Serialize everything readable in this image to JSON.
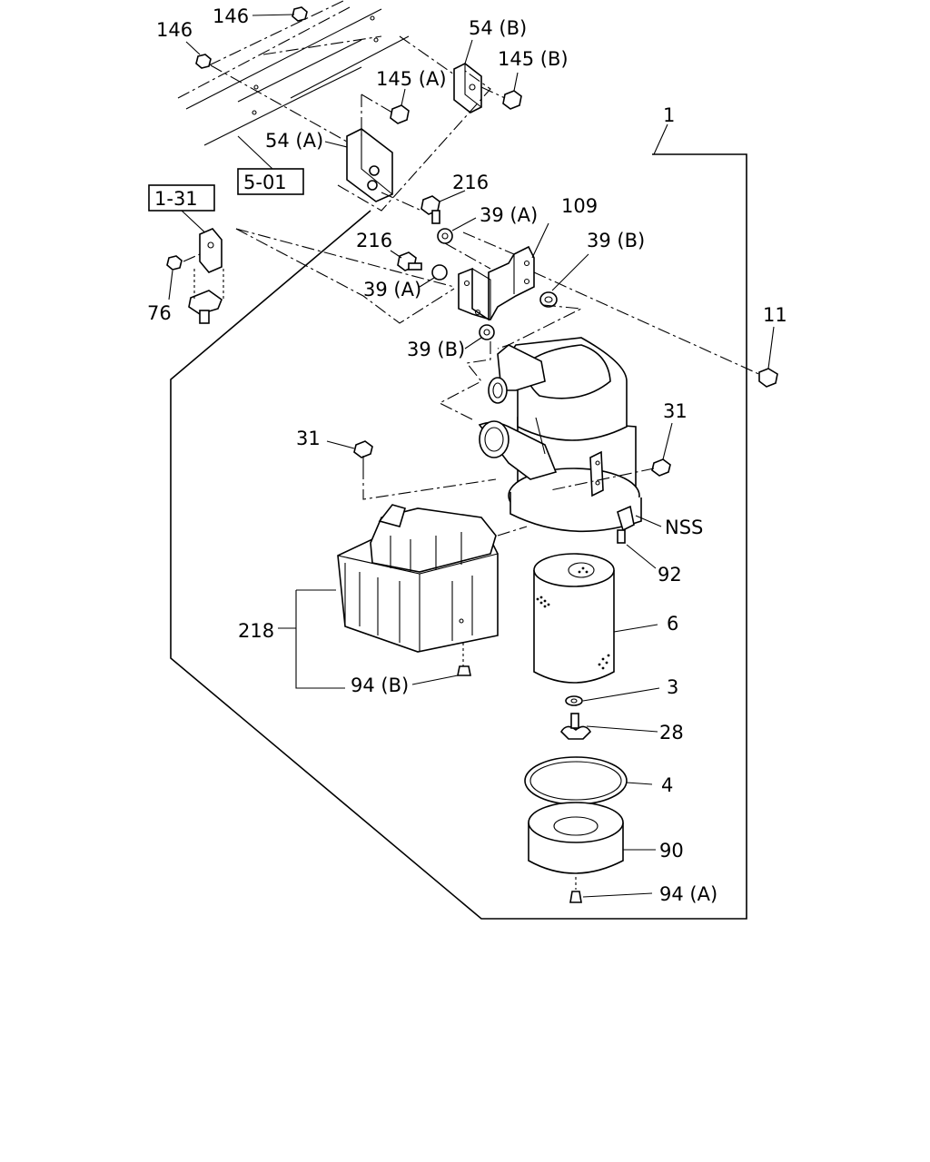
{
  "diagram": {
    "boxed_refs": [
      "1-31",
      "5-01"
    ],
    "callouts": {
      "nut_146_top": "146",
      "nut_146_left": "146",
      "bracket_54b": "54 (B)",
      "bolt_145b": "145 (B)",
      "bolt_145a": "145 (A)",
      "bracket_54a": "54 (A)",
      "assembly_1": "1",
      "bolt_216_upper": "216",
      "rubber_39a_upper": "39 (A)",
      "bracket_109": "109",
      "rubber_39b_right": "39 (B)",
      "bolt_216_lower": "216",
      "rubber_39a_lower": "39 (A)",
      "nut_76": "76",
      "bolt_11": "11",
      "rubber_39b_lower": "39 (B)",
      "screw_31_right": "31",
      "screw_31_left": "31",
      "nss": "NSS",
      "clamp_92": "92",
      "element_6": "6",
      "precleaner_218": "218",
      "valve_94b": "94 (B)",
      "washer_3": "3",
      "wing_nut_28": "28",
      "gasket_4": "4",
      "cover_90": "90",
      "valve_94a": "94 (A)"
    }
  }
}
